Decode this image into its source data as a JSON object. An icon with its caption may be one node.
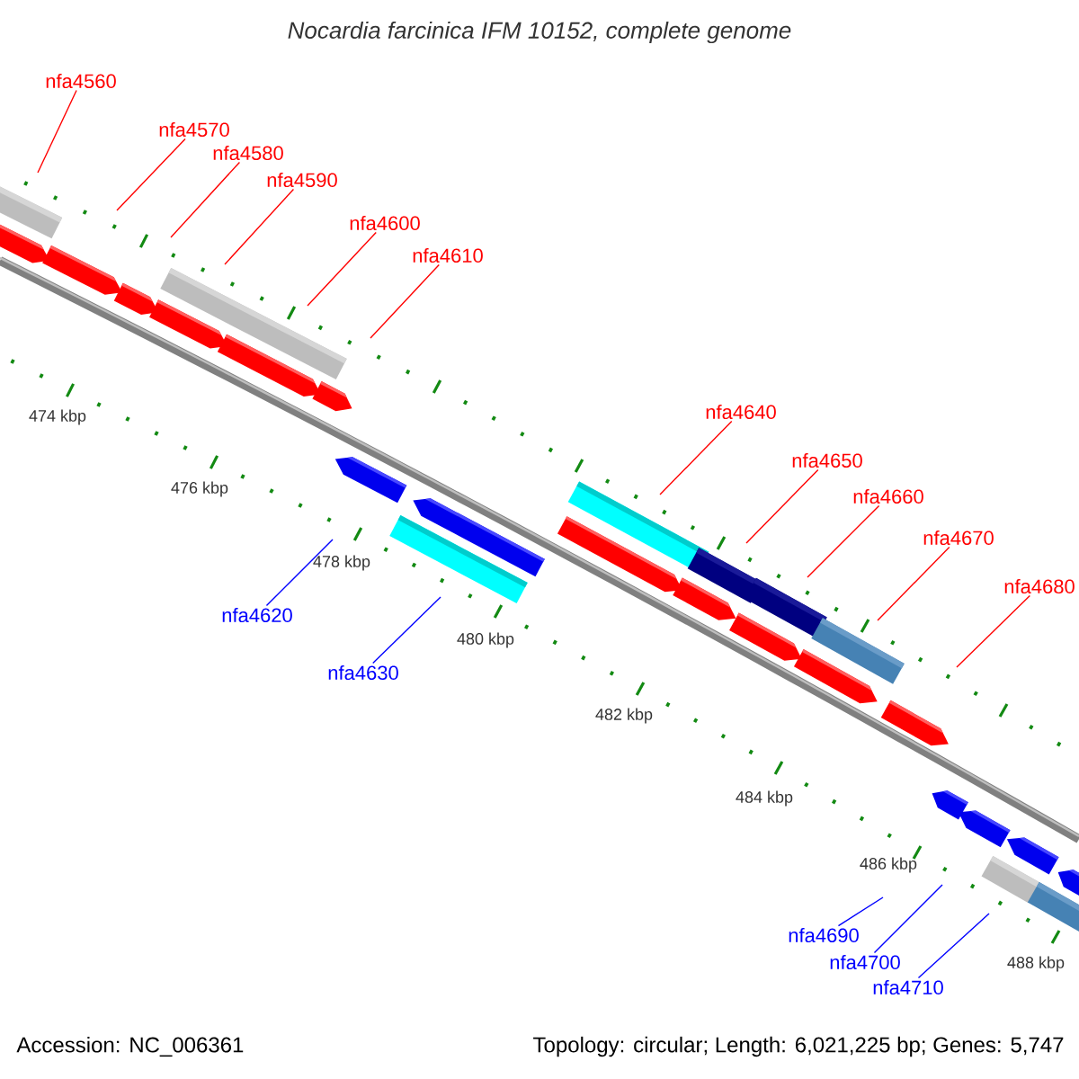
{
  "diagram": {
    "title": "Nocardia farcinica IFM 10152, complete genome",
    "nodes": [
      {
        "text": [
          "nfa4560"
        ]
      },
      {
        "text": [
          "nfa4570"
        ]
      },
      {
        "text": [
          "nfa4580"
        ]
      },
      {
        "text": [
          "nfa4590"
        ]
      },
      {
        "text": [
          "nfa4600"
        ]
      },
      {
        "text": [
          "nfa4610"
        ]
      },
      {
        "text": [
          "nfa4620"
        ]
      },
      {
        "text": [
          "nfa4630"
        ]
      },
      {
        "text": [
          "nfa4640"
        ]
      },
      {
        "text": [
          "nfa4650"
        ]
      },
      {
        "text": [
          "nfa4660"
        ]
      },
      {
        "text": [
          "nfa4670"
        ]
      },
      {
        "text": [
          "nfa4680"
        ]
      },
      {
        "text": [
          "nfa4690"
        ]
      },
      {
        "text": [
          "nfa4700"
        ]
      },
      {
        "text": [
          "nfa4710"
        ]
      }
    ],
    "edges": [
      {
        "from": 0,
        "to": null,
        "arrow": "none"
      },
      {
        "from": 1,
        "to": null,
        "arrow": "none"
      },
      {
        "from": 2,
        "to": null,
        "arrow": "none"
      },
      {
        "from": 3,
        "to": null,
        "arrow": "none"
      },
      {
        "from": 4,
        "to": null,
        "arrow": "none"
      },
      {
        "from": 5,
        "to": null,
        "arrow": "none"
      },
      {
        "from": 6,
        "to": null,
        "arrow": "none",
        "color": "#0000ff"
      },
      {
        "from": 7,
        "to": null,
        "arrow": "none",
        "color": "#0000ff"
      },
      {
        "from": 8,
        "to": null,
        "arrow": "none"
      },
      {
        "from": 9,
        "to": null,
        "arrow": "none"
      },
      {
        "from": 10,
        "to": null,
        "arrow": "none"
      },
      {
        "from": 11,
        "to": null,
        "arrow": "none"
      },
      {
        "from": 12,
        "to": null,
        "arrow": "none"
      },
      {
        "from": 13,
        "to": null,
        "arrow": "none",
        "color": "#0000ff"
      },
      {
        "from": 14,
        "to": null,
        "arrow": "none",
        "color": "#0000ff"
      },
      {
        "from": 15,
        "to": null,
        "arrow": "none",
        "color": "#0000ff"
      }
    ],
    "labels": [
      "474 kbp",
      "476 kbp",
      "478 kbp",
      "480 kbp",
      "482 kbp",
      "484 kbp",
      "486 kbp",
      "488 kbp",
      "Accession: NC_006361",
      "Topology: circular; Length: 6,021,225 bp; Genes: 5,747"
    ]
  }
}
